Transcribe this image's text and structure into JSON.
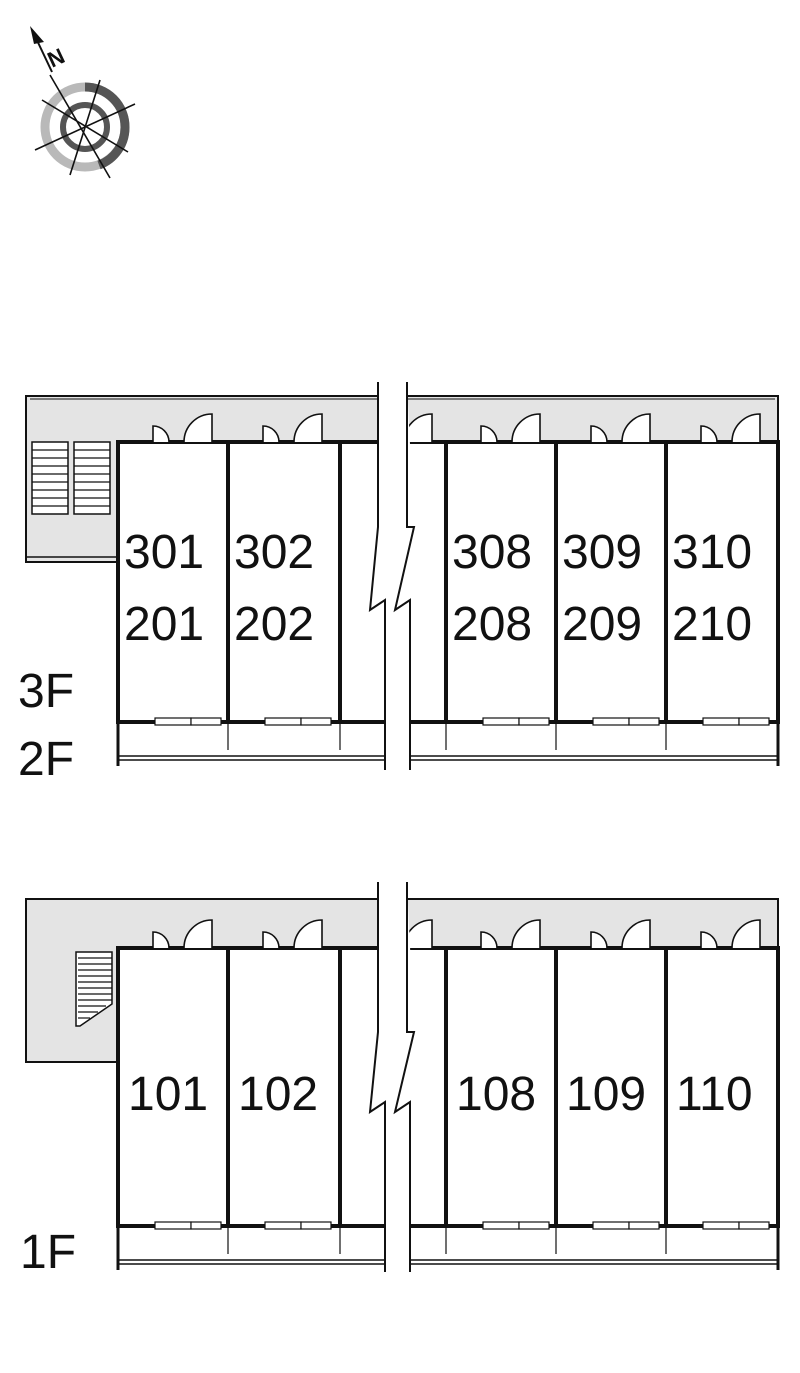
{
  "compass": {
    "icon": "north-compass-icon",
    "north_label": "N"
  },
  "upper_block": {
    "floor_labels": [
      "3F",
      "2F"
    ],
    "units_top": [
      "301",
      "302",
      "308",
      "309",
      "310"
    ],
    "units_bottom": [
      "201",
      "202",
      "208",
      "209",
      "210"
    ]
  },
  "lower_block": {
    "floor_labels": [
      "1F"
    ],
    "units": [
      "101",
      "102",
      "108",
      "109",
      "110"
    ]
  },
  "colors": {
    "line": "#111111",
    "corridor": "#e4e4e4",
    "compass_dark": "#555555",
    "compass_light": "#b9b9b9"
  }
}
